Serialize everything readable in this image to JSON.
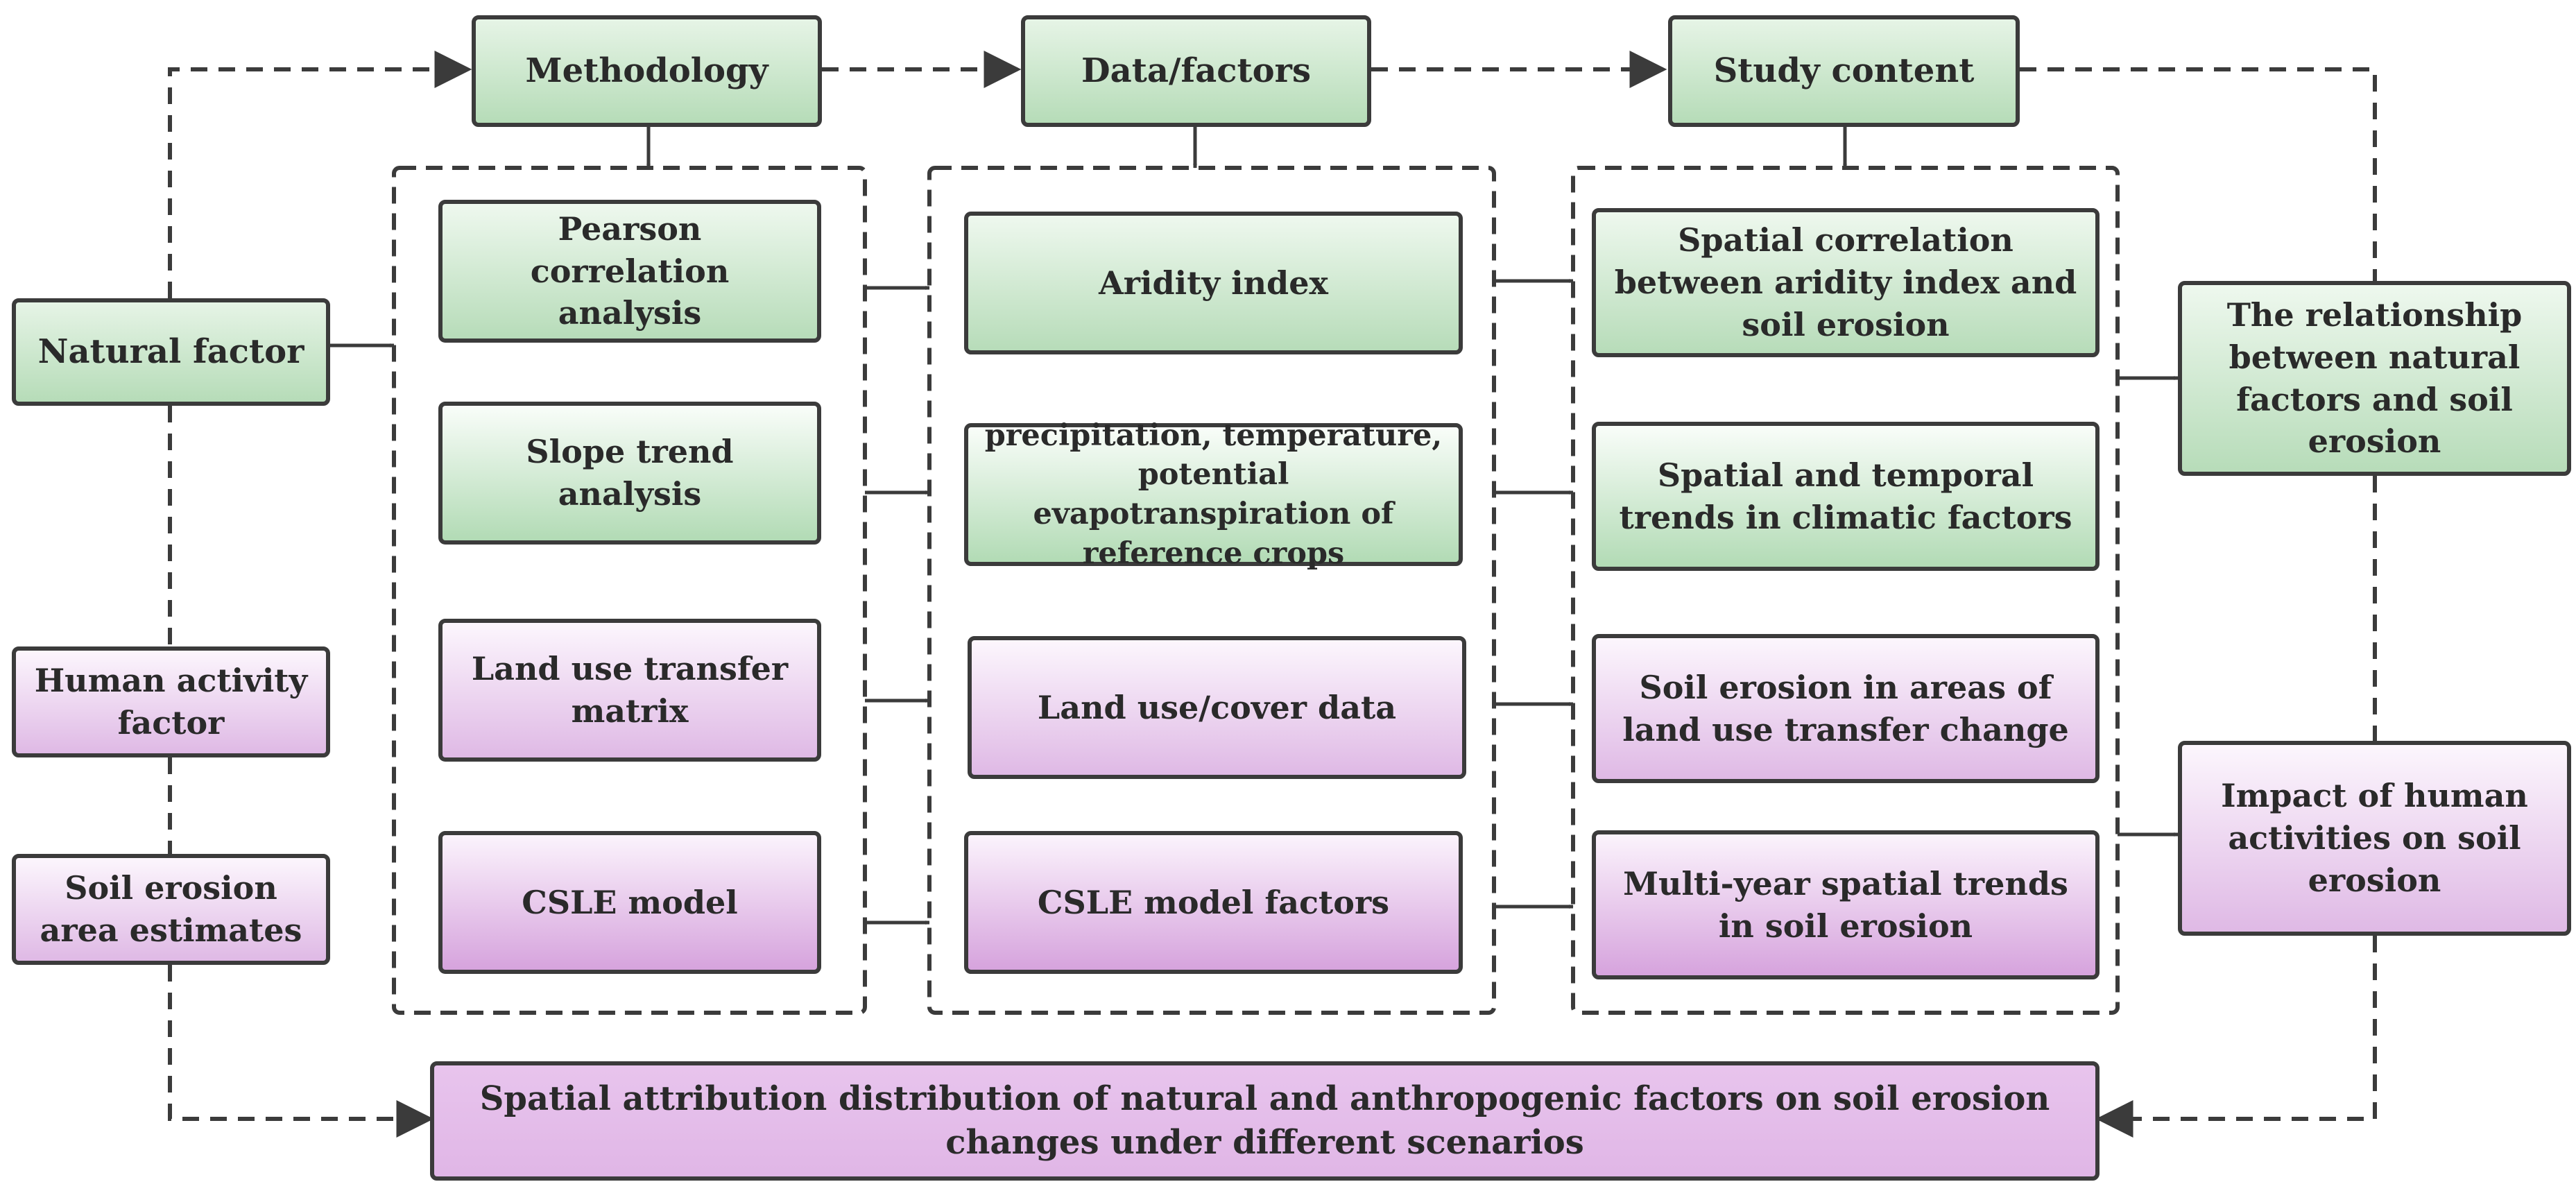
{
  "headers": {
    "methodology": "Methodology",
    "data_factors": "Data/factors",
    "study_content": "Study content"
  },
  "left": {
    "natural_factor": "Natural factor",
    "human_activity_factor": "Human activity factor",
    "soil_erosion_area_estimates": "Soil erosion area estimates"
  },
  "methods": [
    "Pearson correlation analysis",
    "Slope trend analysis",
    "Land use transfer matrix",
    "CSLE model"
  ],
  "data_items": [
    "Aridity index",
    "precipitation, temperature, potential evapotranspiration of reference crops",
    "Land use/cover data",
    "CSLE model factors"
  ],
  "study_items": [
    "Spatial correlation between aridity index and soil erosion",
    "Spatial and temporal trends in climatic factors",
    "Soil erosion in areas of land use transfer change",
    "Multi-year spatial trends in soil erosion"
  ],
  "right": {
    "relationship": "The relationship between natural factors and soil erosion",
    "impact": "Impact of human activities on soil erosion"
  },
  "bottom": {
    "attribution": "Spatial attribution distribution of natural and anthropogenic factors on soil erosion changes under different scenarios"
  },
  "colors": {
    "green_fill": "#b6dcb8",
    "purple_fill": "#dfb9e5",
    "stroke": "#3b3b3b"
  }
}
